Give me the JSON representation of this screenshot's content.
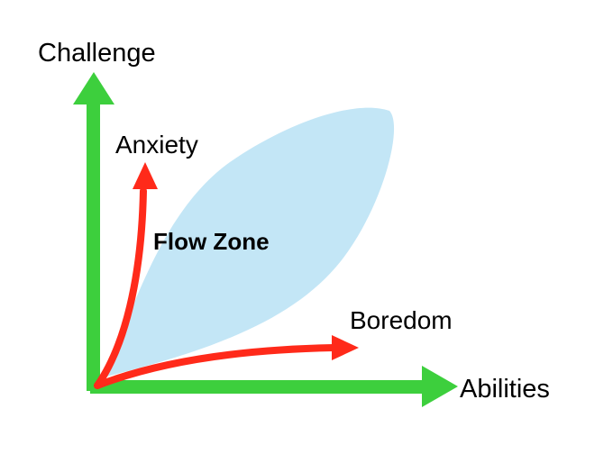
{
  "labels": {
    "y_axis": "Challenge",
    "x_axis": "Abilities",
    "anxiety": "Anxiety",
    "boredom": "Boredom",
    "flow_zone": "Flow Zone"
  },
  "colors": {
    "axis": "#3dcf3d",
    "curve": "#ff2a1a",
    "flow_zone_fill": "#c3e6f6",
    "text": "#000000",
    "background": "#ffffff"
  }
}
